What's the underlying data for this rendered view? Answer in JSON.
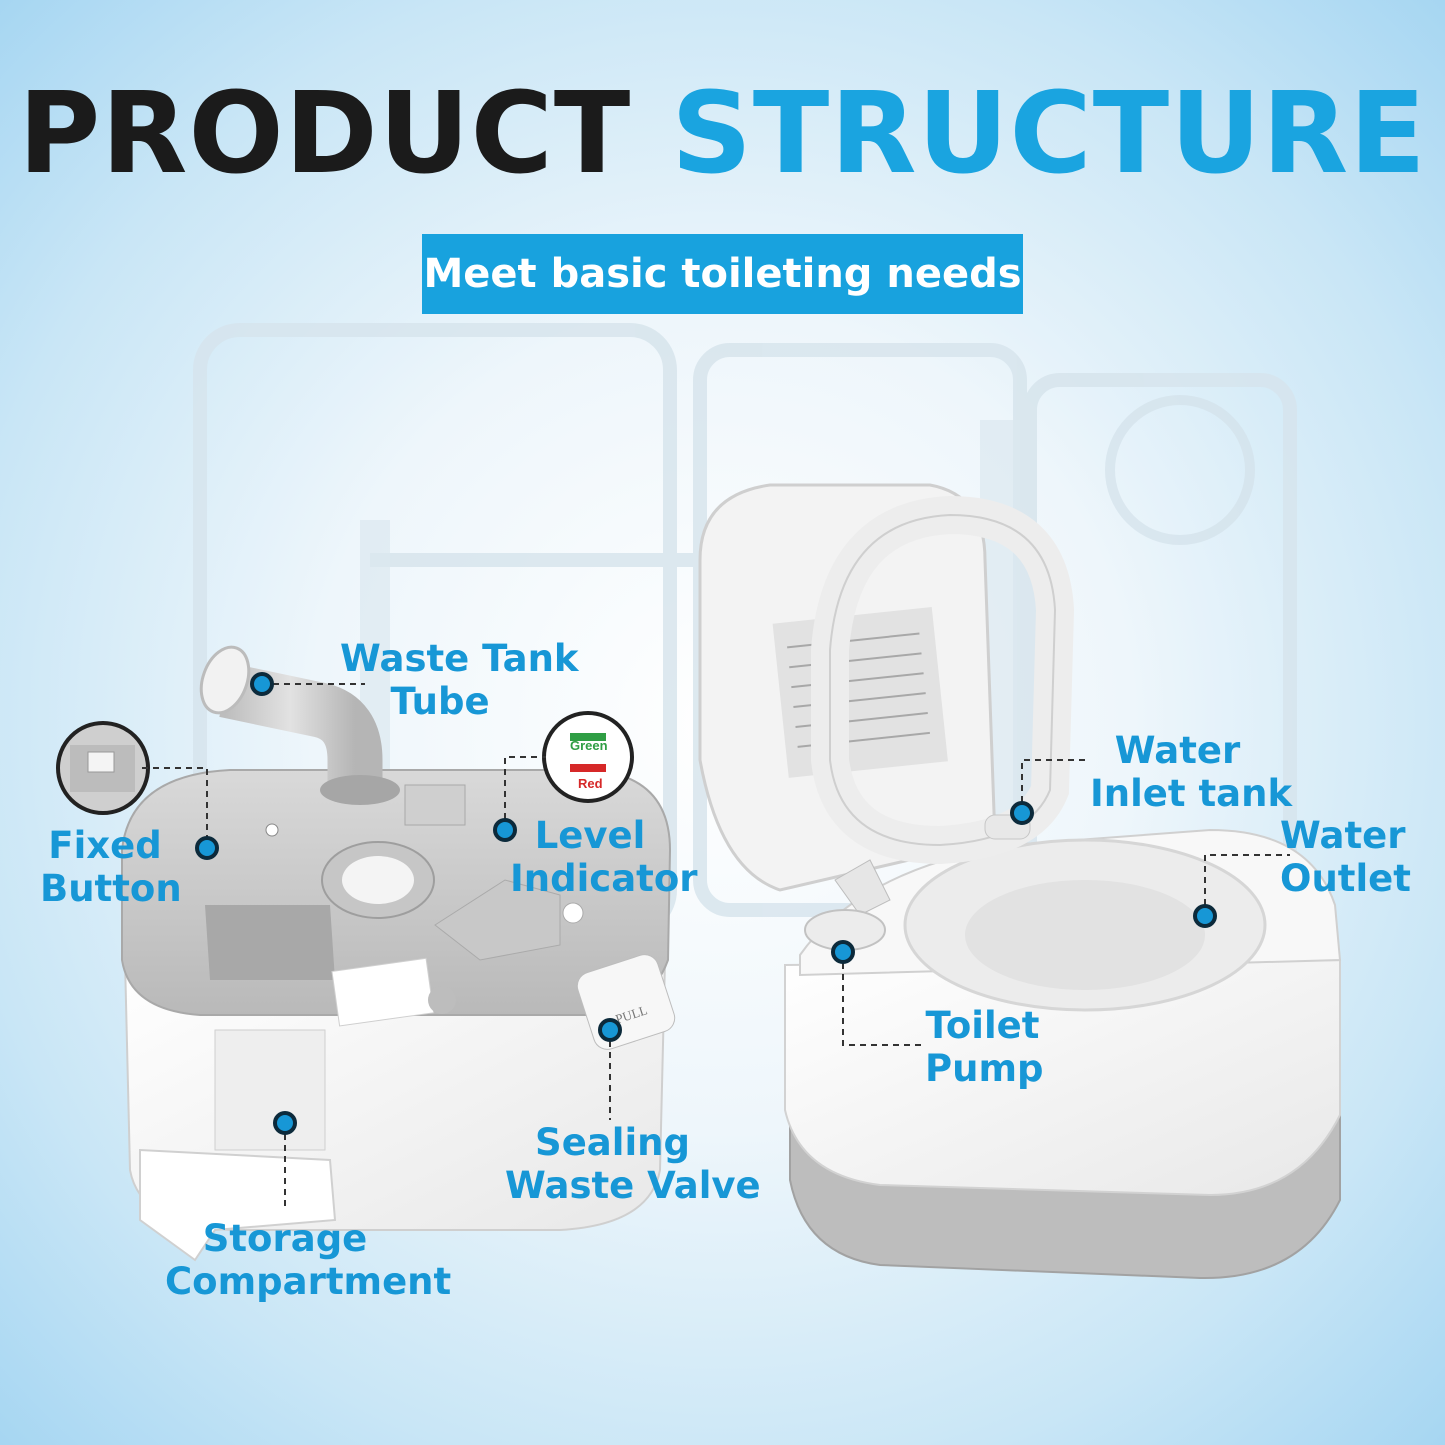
{
  "header": {
    "title_dark": "PRODUCT",
    "title_blue": "STRUCTURE",
    "subtitle": "Meet basic toileting needs"
  },
  "labels": {
    "waste_tank_tube": [
      "Waste Tank",
      "Tube"
    ],
    "fixed_button": [
      "Fixed",
      "Button"
    ],
    "level_indicator": [
      "Level",
      "Indicator"
    ],
    "level_green": "Green",
    "level_red": "Red",
    "storage_compartment": [
      "Storage",
      "Compartment"
    ],
    "sealing_waste_valve": [
      "Sealing",
      "Waste Valve"
    ],
    "water_inlet_tank": [
      "Water",
      "Inlet tank"
    ],
    "water_outlet": [
      "Water",
      "Outlet"
    ],
    "toilet_pump": [
      "Toilet",
      "Pump"
    ],
    "pull_tag": "PULL"
  },
  "colors": {
    "accent": "#1aa4e0",
    "dark_text": "#1b1b1b",
    "marker_fill": "#1797d6",
    "leader": "#333333"
  },
  "icons": [
    "callout-dot-icon",
    "level-indicator-icon",
    "fixed-button-zoom-icon"
  ]
}
